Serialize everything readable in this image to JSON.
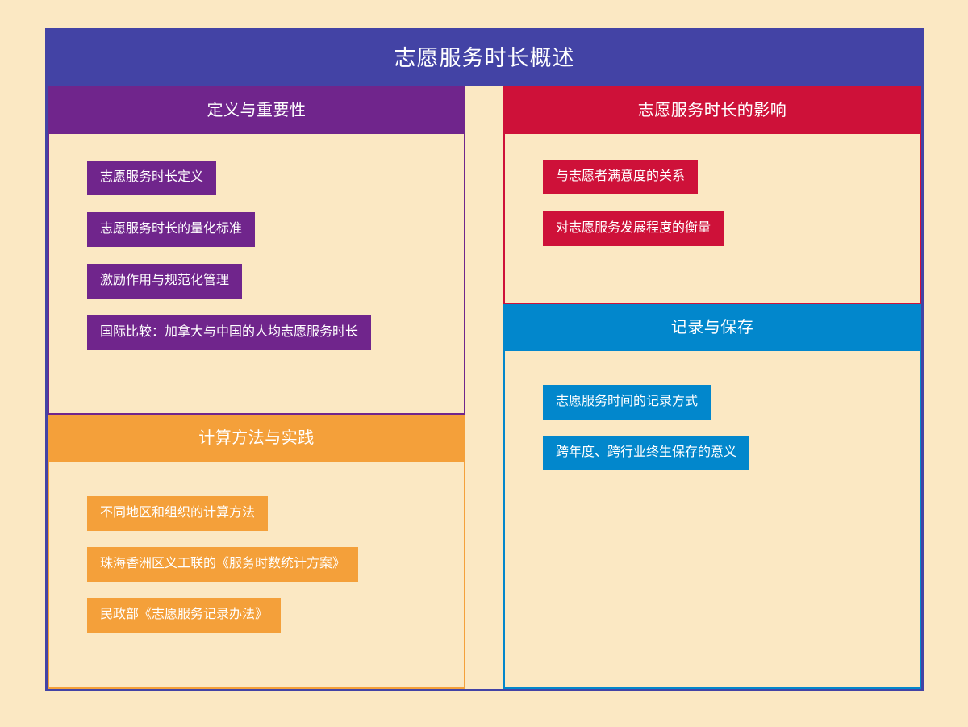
{
  "page": {
    "background_color": "#fbe8c3",
    "frame_color": "#4343a5"
  },
  "title": {
    "text": "志愿服务时长概述",
    "background_color": "#4343a5",
    "text_color": "#ffffff"
  },
  "columns": {
    "left": {
      "sections": [
        {
          "key": "definition",
          "header": "定义与重要性",
          "color": "#70258c",
          "items": [
            "志愿服务时长定义",
            "志愿服务时长的量化标准",
            "激励作用与规范化管理",
            "国际比较：加拿大与中国的人均志愿服务时长"
          ]
        },
        {
          "key": "calculation",
          "header": "计算方法与实践",
          "color": "#f4a03a",
          "items": [
            "不同地区和组织的计算方法",
            "珠海香洲区义工联的《服务时数统计方案》",
            "民政部《志愿服务记录办法》"
          ]
        }
      ]
    },
    "right": {
      "sections": [
        {
          "key": "impact",
          "header": "志愿服务时长的影响",
          "color": "#ce1139",
          "items": [
            "与志愿者满意度的关系",
            "对志愿服务发展程度的衡量"
          ]
        },
        {
          "key": "record",
          "header": "记录与保存",
          "color": "#0287cc",
          "items": [
            "志愿服务时间的记录方式",
            "跨年度、跨行业终生保存的意义"
          ]
        }
      ]
    }
  }
}
